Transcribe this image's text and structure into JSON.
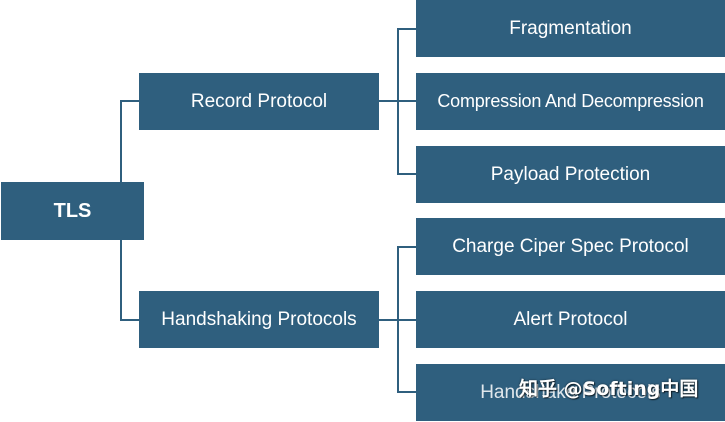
{
  "diagram": {
    "root": {
      "label": "TLS"
    },
    "branches": [
      {
        "label": "Record Protocol",
        "children": [
          "Fragmentation",
          "Compression And Decompression",
          "Payload Protection"
        ]
      },
      {
        "label": "Handshaking Protocols",
        "children": [
          "Charge Ciper Spec Protocol",
          "Alert Protocol",
          "Handshake Protocols"
        ]
      }
    ],
    "colors": {
      "node_fill": "#2f5f7e",
      "node_text": "#ffffff",
      "connector": "#2f5f7e",
      "background": "#ffffff"
    }
  },
  "watermark": {
    "text": "知乎 @Softing中国"
  }
}
